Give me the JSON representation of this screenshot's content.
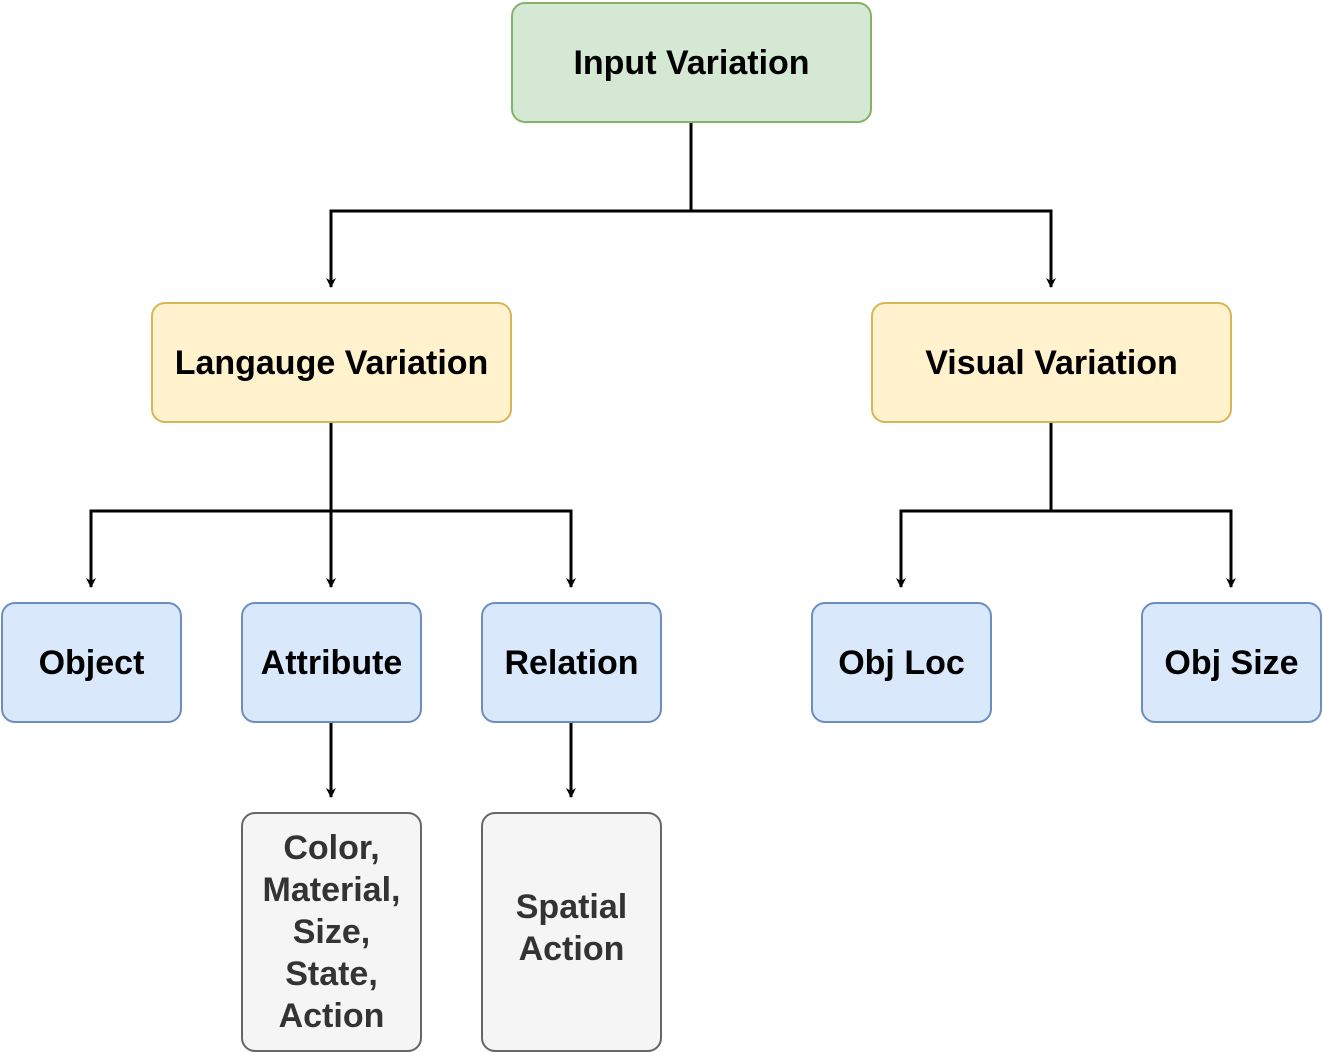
{
  "diagram": {
    "root": {
      "label": "Input Variation"
    },
    "language": {
      "label": "Langauge Variation",
      "children": {
        "object": "Object",
        "attribute": "Attribute",
        "relation": "Relation"
      },
      "attribute_details": [
        "Color,",
        "Material,",
        "Size,",
        "State,",
        "Action"
      ],
      "relation_details": [
        "Spatial",
        "Action"
      ]
    },
    "visual": {
      "label": "Visual Variation",
      "children": {
        "obj_loc": "Obj Loc",
        "obj_size": "Obj Size"
      }
    }
  },
  "colors": {
    "root_fill": "#d5e8d4",
    "root_border": "#82b366",
    "category_fill": "#fff2cc",
    "category_border": "#d6b656",
    "leaf_fill": "#dae8fc",
    "leaf_border": "#6c8ebf",
    "detail_fill": "#f5f5f5",
    "detail_border": "#666666",
    "edge": "#000000"
  }
}
